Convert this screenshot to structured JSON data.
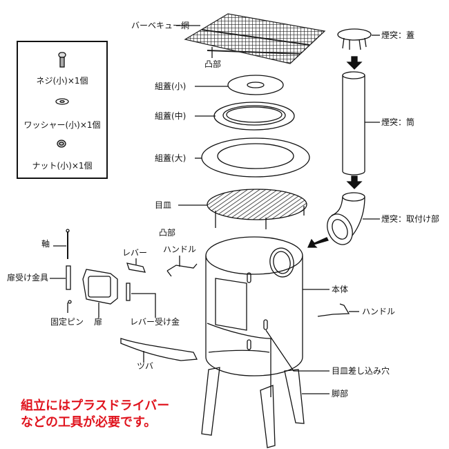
{
  "parts_box": {
    "items": [
      {
        "icon": "screw-icon",
        "label": "ネジ(小)×1個"
      },
      {
        "icon": "washer-icon",
        "label": "ワッシャー(小)×1個"
      },
      {
        "icon": "nut-icon",
        "label": "ナット(小)×1個"
      }
    ]
  },
  "labels": {
    "bbq_grill": "バーベキュー網",
    "protrusion_top": "凸部",
    "lid_small": "組蓋(小)",
    "lid_medium": "組蓋(中)",
    "lid_large": "組蓋(大)",
    "grate": "目皿",
    "protrusion_bottom": "凸部",
    "chimney_cap": "煙突：蓋",
    "chimney_pipe": "煙突：筒",
    "chimney_mount": "煙突：取付け部",
    "shaft": "軸",
    "door_bracket": "扉受け金具",
    "fixing_pin": "固定ピン",
    "door": "扉",
    "lever": "レバー",
    "handle_left": "ハンドル",
    "lever_bracket": "レバー受け金",
    "brim": "ツバ",
    "body": "本体",
    "handle_right": "ハンドル",
    "grate_slot": "目皿差し込み穴",
    "legs": "脚部"
  },
  "note": {
    "line1": "組立にはプラスドライバー",
    "line2": "などの工具が必要です。",
    "color": "#e0141e"
  }
}
